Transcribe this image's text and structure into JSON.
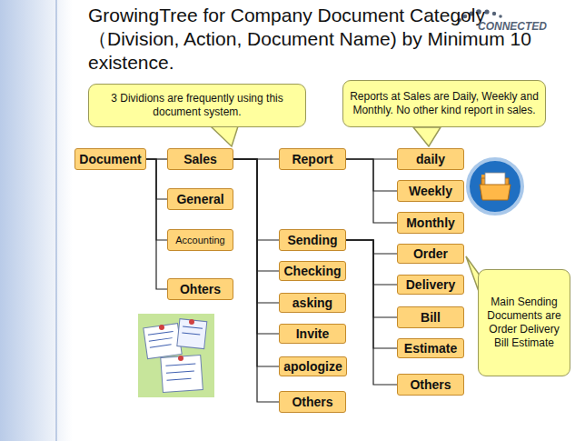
{
  "diagram": {
    "title": "GrowingTree for Company Document Categoly（Division, Action, Document Name) by Minimum 10 existence.",
    "nodes": [
      {
        "text": [
          "3 Dividions are frequently using this document system."
        ]
      },
      {
        "text": [
          "Reports at Sales are Daily, Weekly and Monthly. No other kind report in sales."
        ]
      },
      {
        "text": [
          "Document"
        ]
      },
      {
        "text": [
          "Sales"
        ]
      },
      {
        "text": [
          "General"
        ]
      },
      {
        "text": [
          "Accounting"
        ]
      },
      {
        "text": [
          "Ohters"
        ]
      },
      {
        "text": [
          "Report"
        ]
      },
      {
        "text": [
          "Sending"
        ]
      },
      {
        "text": [
          "Checking"
        ]
      },
      {
        "text": [
          "asking"
        ]
      },
      {
        "text": [
          "Invite"
        ]
      },
      {
        "text": [
          "apologize"
        ]
      },
      {
        "text": [
          "Others"
        ]
      },
      {
        "text": [
          "daily"
        ]
      },
      {
        "text": [
          "Weekly"
        ]
      },
      {
        "text": [
          "Monthly"
        ]
      },
      {
        "text": [
          "Order"
        ]
      },
      {
        "text": [
          "Delivery"
        ]
      },
      {
        "text": [
          "Bill"
        ]
      },
      {
        "text": [
          "Estimate"
        ]
      },
      {
        "text": [
          "Others"
        ]
      },
      {
        "text": [
          "Main Sending Documents are Order Delivery Bill Estimate"
        ]
      }
    ],
    "edges": [
      {
        "from": 2,
        "to": 3,
        "arrow": "none"
      },
      {
        "from": 2,
        "to": 4,
        "arrow": "none"
      },
      {
        "from": 2,
        "to": 5,
        "arrow": "none"
      },
      {
        "from": 2,
        "to": 6,
        "arrow": "none"
      },
      {
        "from": 3,
        "to": 7,
        "arrow": "none"
      },
      {
        "from": 3,
        "to": 8,
        "arrow": "none"
      },
      {
        "from": 3,
        "to": 9,
        "arrow": "none"
      },
      {
        "from": 3,
        "to": 10,
        "arrow": "none"
      },
      {
        "from": 3,
        "to": 11,
        "arrow": "none"
      },
      {
        "from": 3,
        "to": 12,
        "arrow": "none"
      },
      {
        "from": 3,
        "to": 13,
        "arrow": "none"
      },
      {
        "from": 7,
        "to": 14,
        "arrow": "none"
      },
      {
        "from": 7,
        "to": 15,
        "arrow": "none"
      },
      {
        "from": 7,
        "to": 16,
        "arrow": "none"
      },
      {
        "from": 8,
        "to": 17,
        "arrow": "none"
      },
      {
        "from": 8,
        "to": 18,
        "arrow": "none"
      },
      {
        "from": 8,
        "to": 19,
        "arrow": "none"
      },
      {
        "from": 8,
        "to": 20,
        "arrow": "none"
      },
      {
        "from": 8,
        "to": 21,
        "arrow": "none"
      }
    ],
    "labels": [
      "CONNECTED"
    ]
  }
}
